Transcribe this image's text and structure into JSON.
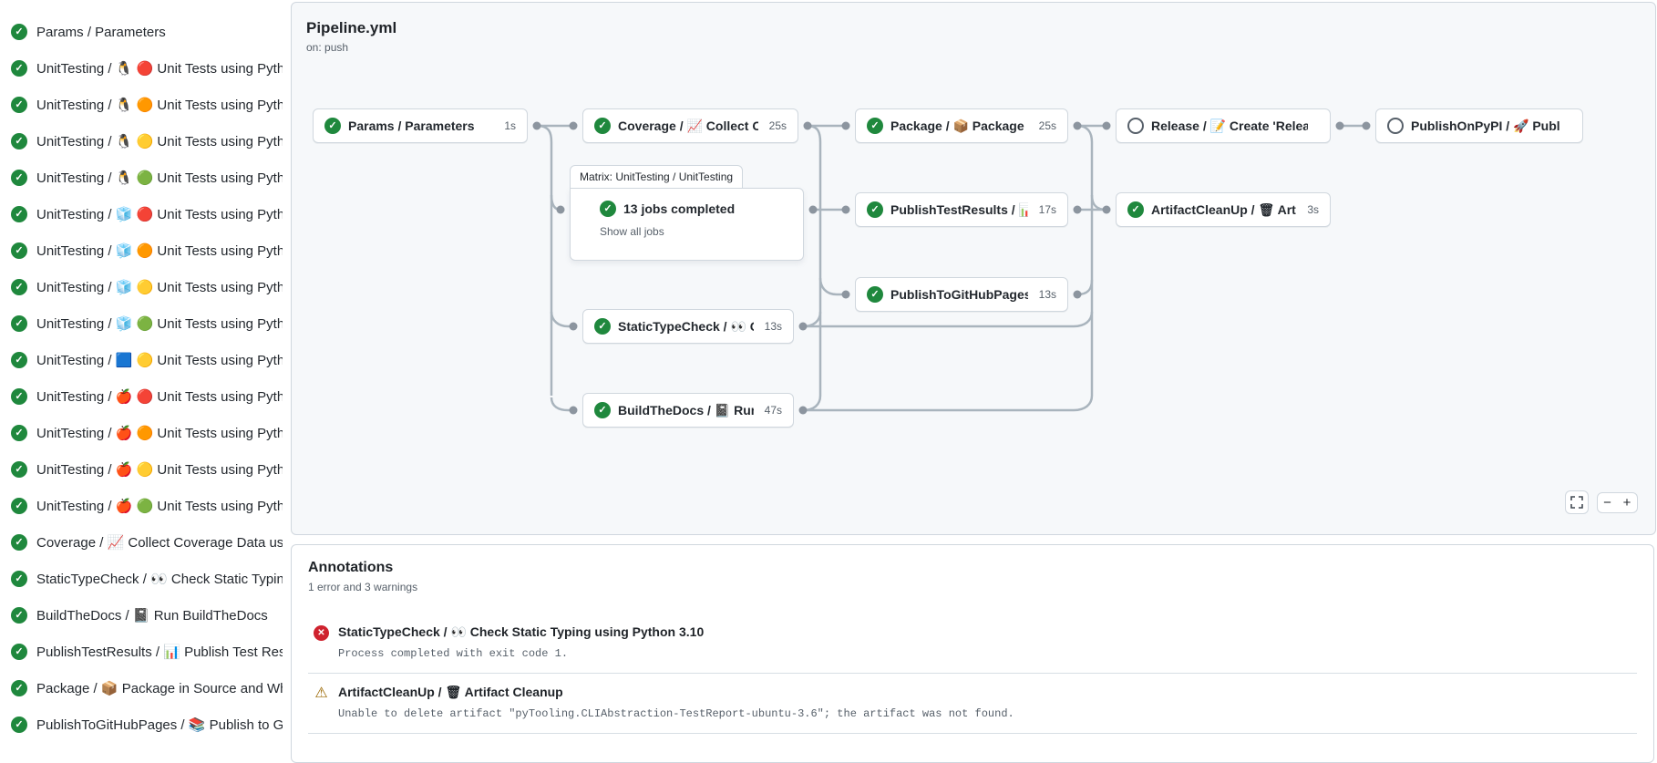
{
  "sidebar": {
    "items": [
      {
        "status": "success",
        "text": "Params / Parameters"
      },
      {
        "status": "success",
        "text": "UnitTesting / 🐧 🔴 Unit Tests using Pyth..."
      },
      {
        "status": "success",
        "text": "UnitTesting / 🐧 🟠 Unit Tests using Pyth..."
      },
      {
        "status": "success",
        "text": "UnitTesting / 🐧 🟡 Unit Tests using Pyth..."
      },
      {
        "status": "success",
        "text": "UnitTesting / 🐧 🟢 Unit Tests using Pyth..."
      },
      {
        "status": "success",
        "text": "UnitTesting / 🧊 🔴 Unit Tests using Pyth..."
      },
      {
        "status": "success",
        "text": "UnitTesting / 🧊 🟠 Unit Tests using Pyth..."
      },
      {
        "status": "success",
        "text": "UnitTesting / 🧊 🟡 Unit Tests using Pyth..."
      },
      {
        "status": "success",
        "text": "UnitTesting / 🧊 🟢 Unit Tests using Pyth..."
      },
      {
        "status": "success",
        "text": "UnitTesting / 🟦 🟡 Unit Tests using Pyth..."
      },
      {
        "status": "success",
        "text": "UnitTesting / 🍎 🔴 Unit Tests using Pyth..."
      },
      {
        "status": "success",
        "text": "UnitTesting / 🍎 🟠 Unit Tests using Pyth..."
      },
      {
        "status": "success",
        "text": "UnitTesting / 🍎 🟡 Unit Tests using Pyth..."
      },
      {
        "status": "success",
        "text": "UnitTesting / 🍎 🟢 Unit Tests using Pyth..."
      },
      {
        "status": "success",
        "text": "Coverage / 📈 Collect Coverage Data usi..."
      },
      {
        "status": "success",
        "text": "StaticTypeCheck / 👀 Check Static Typing..."
      },
      {
        "status": "success",
        "text": "BuildTheDocs / 📓 Run BuildTheDocs"
      },
      {
        "status": "success",
        "text": "PublishTestResults / 📊 Publish Test Resu..."
      },
      {
        "status": "success",
        "text": "Package / 📦 Package in Source and Wh..."
      },
      {
        "status": "success",
        "text": "PublishToGitHubPages / 📚 Publish to G..."
      }
    ]
  },
  "pipeline": {
    "title": "Pipeline.yml",
    "trigger": "on: push",
    "matrix": {
      "tab": "Matrix: UnitTesting / UnitTesting",
      "summary": "13 jobs completed",
      "link": "Show all jobs"
    },
    "nodes": {
      "params": {
        "status": "success",
        "label": "Params / Parameters",
        "duration": "1s"
      },
      "coverage": {
        "status": "success",
        "label": "Coverage / 📈 Collect Cove...",
        "duration": "25s"
      },
      "package": {
        "status": "success",
        "label": "Package / 📦 Package in So...",
        "duration": "25s"
      },
      "release": {
        "status": "skipped",
        "label": "Release / 📝 Create 'Release P...",
        "duration": ""
      },
      "pypi": {
        "status": "skipped",
        "label": "PublishOnPyPI / 🚀 Publish to ...",
        "duration": ""
      },
      "ptr": {
        "status": "success",
        "label": "PublishTestResults / 📊 Pu...",
        "duration": "17s"
      },
      "acu": {
        "status": "success",
        "label": "ArtifactCleanUp / 🗑 Artifac...",
        "duration": "3s"
      },
      "ptghp": {
        "status": "success",
        "label": "PublishToGitHubPages / 📚 ...",
        "duration": "13s"
      },
      "stc": {
        "status": "success",
        "label": "StaticTypeCheck / 👀 Chec...",
        "duration": "13s"
      },
      "btd": {
        "status": "success",
        "label": "BuildTheDocs / 📓 Run Buil...",
        "duration": "47s"
      }
    },
    "controls": {
      "zoom_out": "−",
      "zoom_in": "+"
    }
  },
  "annotations": {
    "title": "Annotations",
    "subtitle": "1 error and 3 warnings",
    "items": [
      {
        "type": "error",
        "title": "StaticTypeCheck / 👀 Check Static Typing using Python 3.10",
        "message": "Process completed with exit code 1."
      },
      {
        "type": "warning",
        "title": "ArtifactCleanUp / 🗑 Artifact Cleanup",
        "message": "Unable to delete artifact \"pyTooling.CLIAbstraction-TestReport-ubuntu-3.6\"; the artifact was not found."
      }
    ]
  },
  "colors": {
    "success": "#1f883d",
    "error": "#cf222e",
    "warning": "#9a6700",
    "edge": "#a9b4bd",
    "border": "#d0d7de",
    "panel_bg": "#f6f8fa"
  }
}
